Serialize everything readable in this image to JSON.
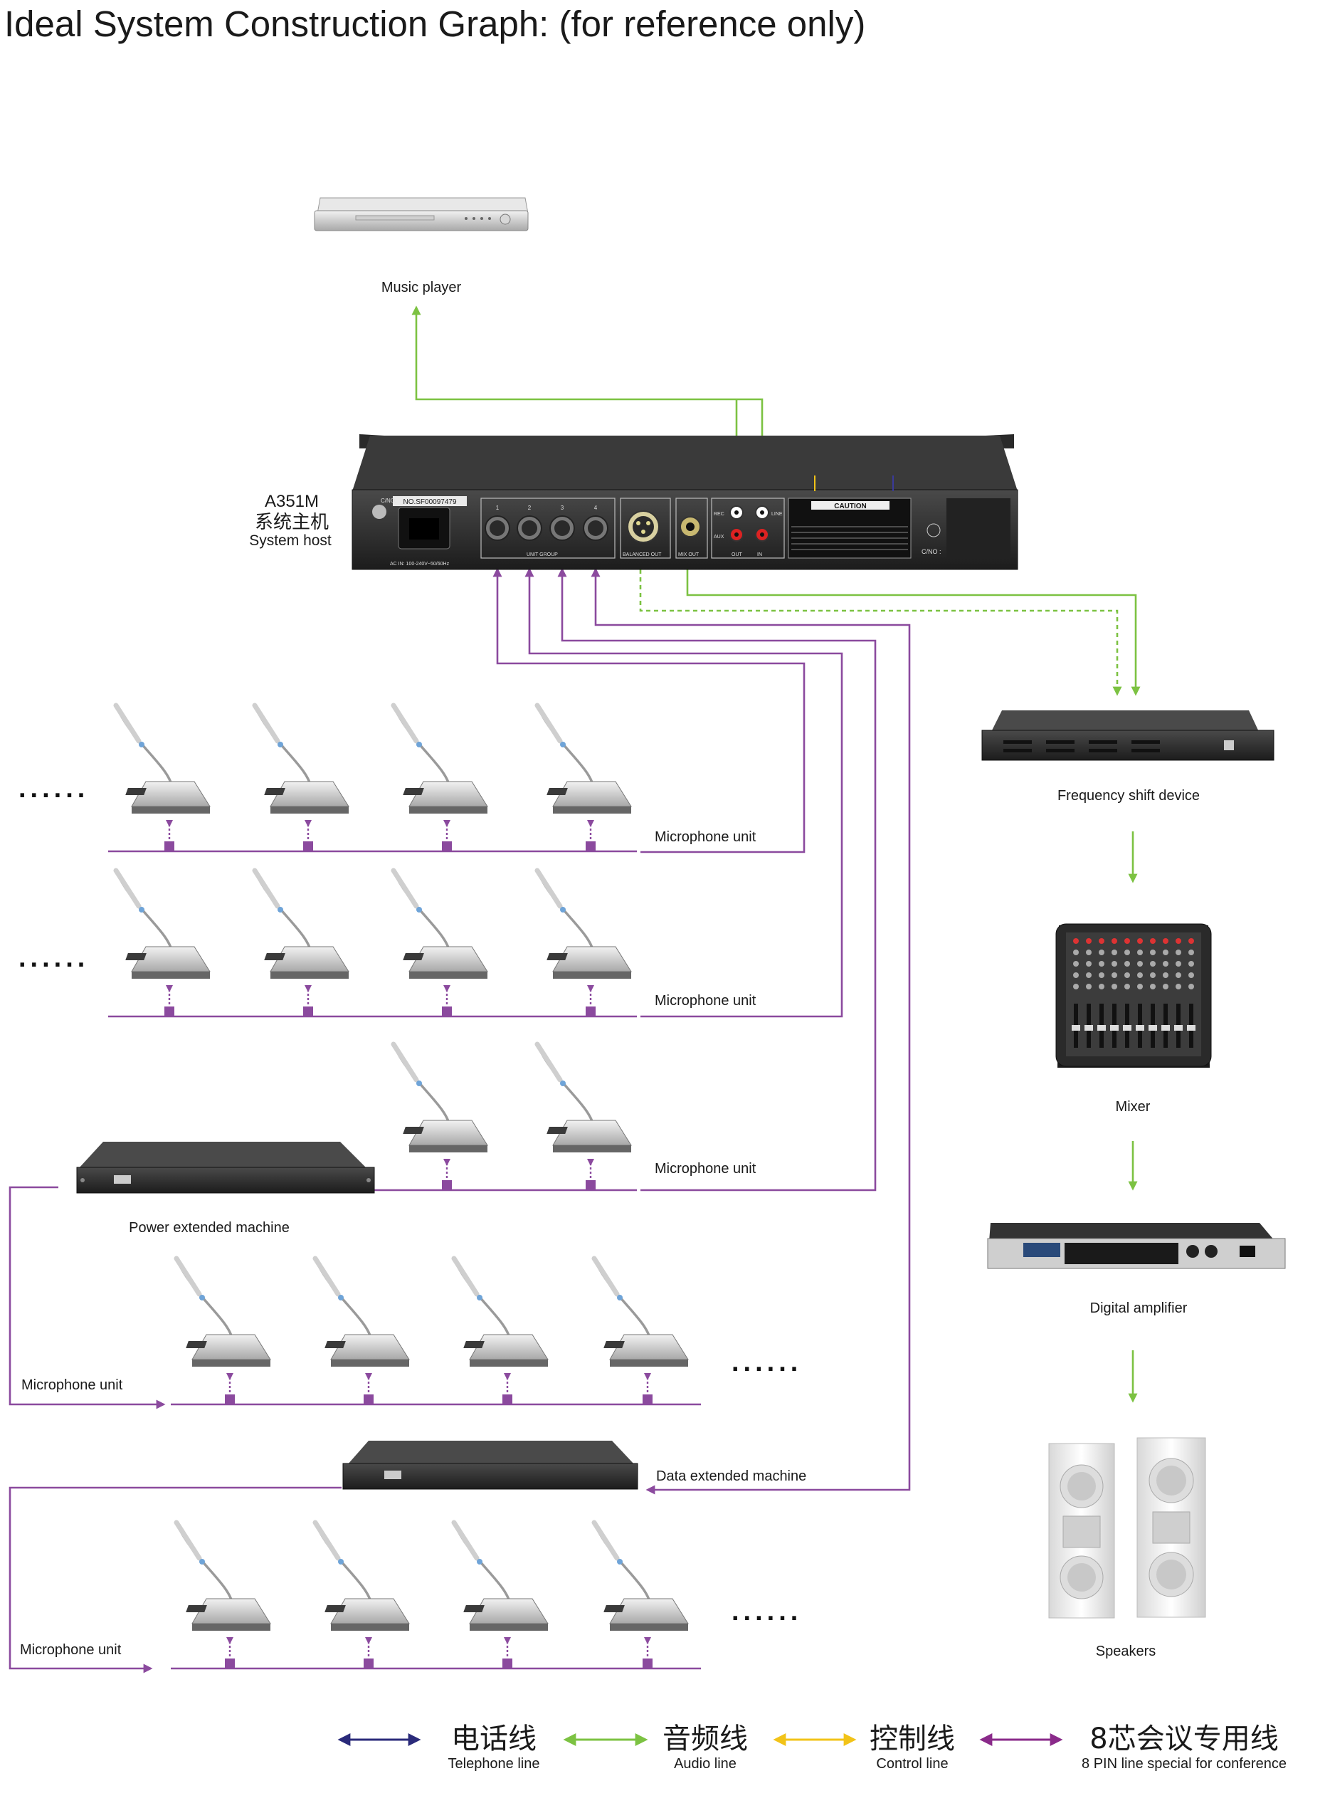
{
  "title": "Ideal System Construction Graph: (for reference only)",
  "host": {
    "model": "A351M",
    "name_cn": "系统主机",
    "name_en": "System host",
    "serial": "NO.SF00097479",
    "panel_labels": [
      "C/NO.",
      "AC IN: 100-240V~50/60Hz",
      "UNIT GROUP",
      "BALANCED OUT",
      "MIX OUT",
      "REC",
      "AUX",
      "LINE",
      "OUT",
      "IN",
      "CAUTION",
      "C/NO :"
    ],
    "port_numbers": [
      "1",
      "2",
      "3",
      "4"
    ]
  },
  "devices": {
    "music_player": "Music player",
    "frequency_shift": "Frequency shift device",
    "mixer": "Mixer",
    "digital_amplifier": "Digital amplifier",
    "speakers": "Speakers",
    "power_extended": "Power  extended  machine",
    "data_extended": "Data  extended  machine"
  },
  "microphone_unit_label": "Microphone unit",
  "ellipsis": "......",
  "legend": [
    {
      "cn": "电话线",
      "en": "Telephone line",
      "color": "#2a2a7a"
    },
    {
      "cn": "音频线",
      "en": "Audio line",
      "color": "#7cc242"
    },
    {
      "cn": "控制线",
      "en": "Control line",
      "color": "#f2c318"
    },
    {
      "cn": "8芯会议专用线",
      "en": "8 PIN line special for conference",
      "color": "#8a2a8a"
    }
  ],
  "colors": {
    "audio": "#7cc242",
    "conference": "#8b4a9e",
    "telephone": "#2a2a7a",
    "control": "#f2c318"
  }
}
